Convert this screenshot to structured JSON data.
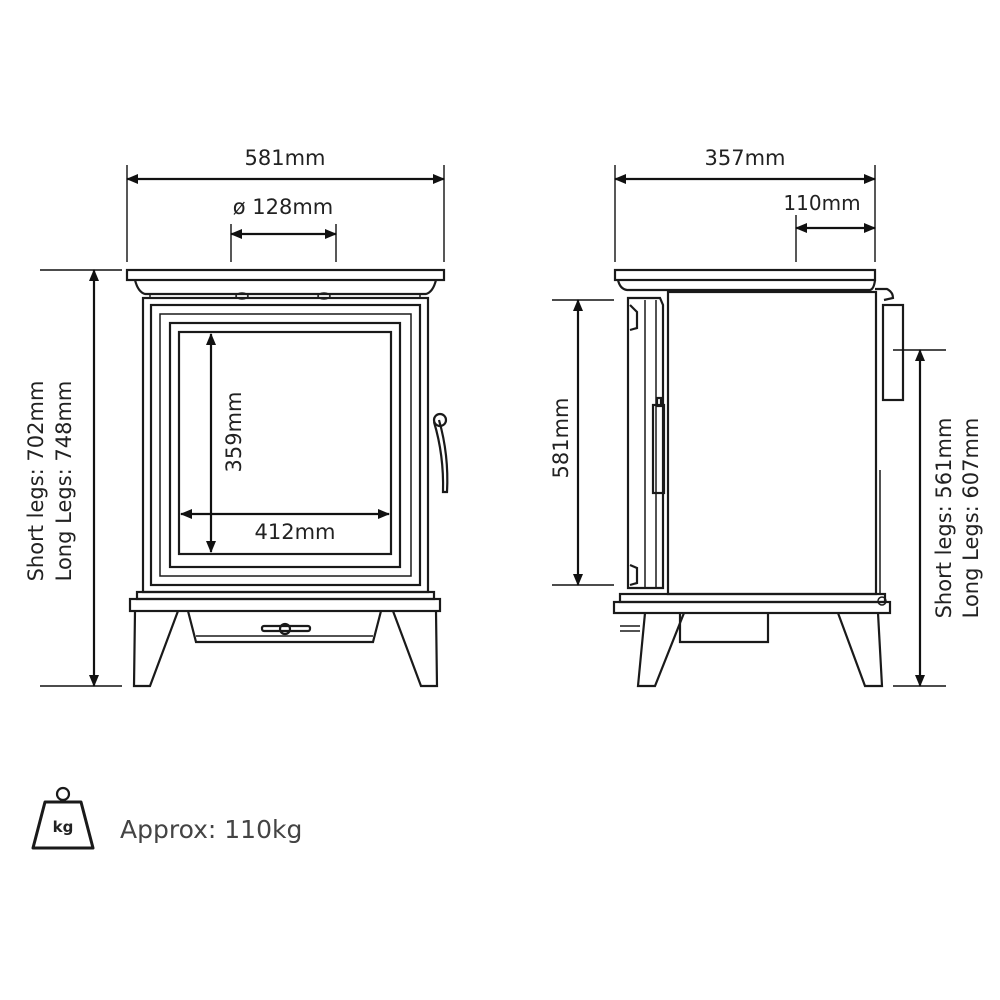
{
  "front_view": {
    "width_label": "581mm",
    "flue_label": "ø 128mm",
    "height_short_label": "Short legs: 702mm",
    "height_long_label": "Long Legs: 748mm",
    "window_height_label": "359mm",
    "window_width_label": "412mm"
  },
  "side_view": {
    "depth_label": "357mm",
    "flue_offset_label": "110mm",
    "body_height_label": "581mm",
    "flue_height_short_label": "Short legs: 561mm",
    "flue_height_long_label": "Long Legs: 607mm"
  },
  "weight": {
    "icon": "weight-kg-icon",
    "icon_text": "kg",
    "label": "Approx: 110kg"
  }
}
